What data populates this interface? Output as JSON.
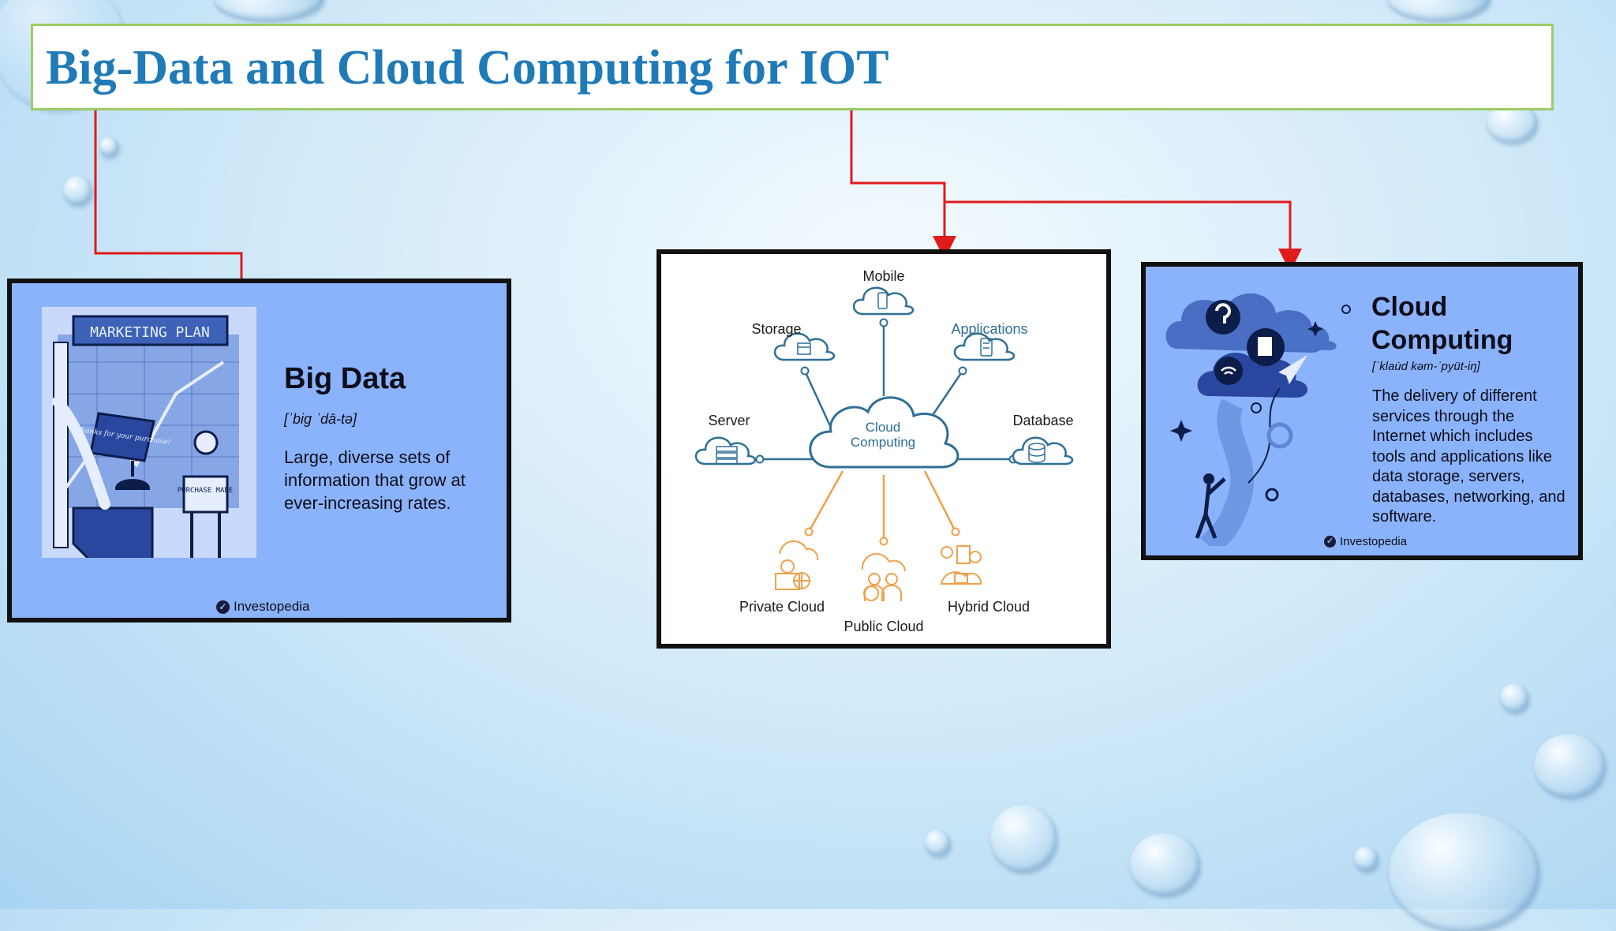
{
  "slide": {
    "title": "Big-Data and Cloud Computing for IOT",
    "connector_color": "#e01b1b",
    "title_color": "#1f7ab8",
    "title_border_color": "#9ccc65"
  },
  "big_data_card": {
    "heading": "Big Data",
    "pronunciation": "[ˈbig ˈdā-tə]",
    "definition": "Large, diverse sets of information that grow at ever-increasing rates.",
    "brand": "Investopedia",
    "illustration": {
      "banner_text": "MARKETING PLAN",
      "screen_text": "Thanks for your purchase!",
      "sign_text": "PURCHASE MADE"
    }
  },
  "cloud_diagram": {
    "center": "Cloud Computing",
    "nodes": {
      "mobile": "Mobile",
      "storage": "Storage",
      "applications": "Applications",
      "server": "Server",
      "database": "Database",
      "private_cloud": "Private Cloud",
      "public_cloud": "Public Cloud",
      "hybrid_cloud": "Hybrid Cloud"
    },
    "colors": {
      "blue": "#2e6f96",
      "orange": "#f0a04b",
      "applications_label": "#2e6f96"
    }
  },
  "cloud_computing_card": {
    "heading": "Cloud Computing",
    "pronunciation": "[ˈklau̇d kəm-ˈpyüt-iŋ]",
    "definition": "The delivery of different services through the Internet which includes tools and applications like data storage, servers, databases, networking, and software.",
    "brand": "Investopedia"
  }
}
